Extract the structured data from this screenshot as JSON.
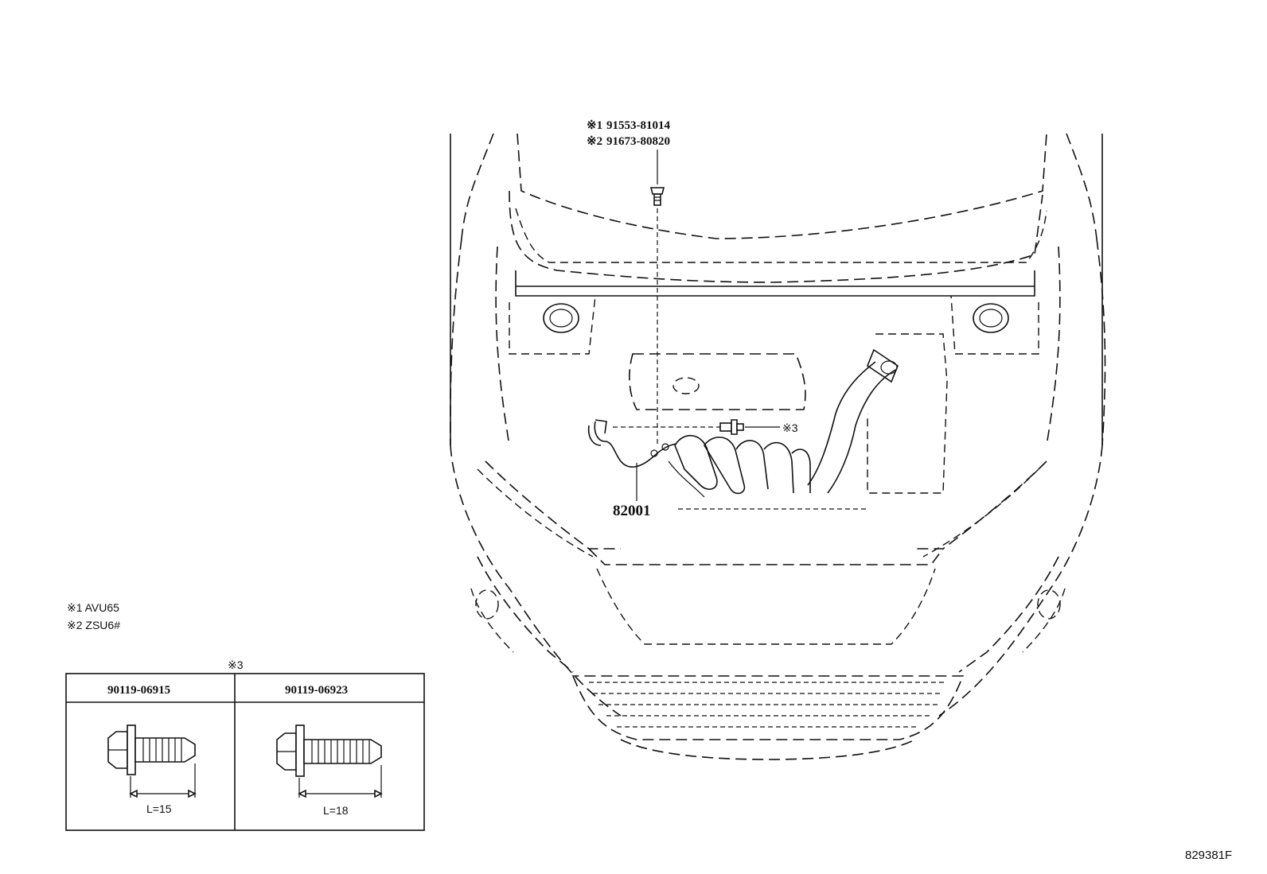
{
  "callouts": {
    "hood_bolt_note1": {
      "mark": "※1",
      "part": "91553-81014"
    },
    "hood_bolt_note2": {
      "mark": "※2",
      "part": "91673-80820"
    },
    "bracket_bolt_mark": "※3",
    "main_part": "82001"
  },
  "legend": {
    "note1": "※1 AVU65",
    "note2": "※2 ZSU6#"
  },
  "bolt_table": {
    "mark": "※3",
    "columns": [
      {
        "part": "90119-06915",
        "length": "L=15"
      },
      {
        "part": "90119-06923",
        "length": "L=18"
      }
    ]
  },
  "diagram_id": "829381F"
}
